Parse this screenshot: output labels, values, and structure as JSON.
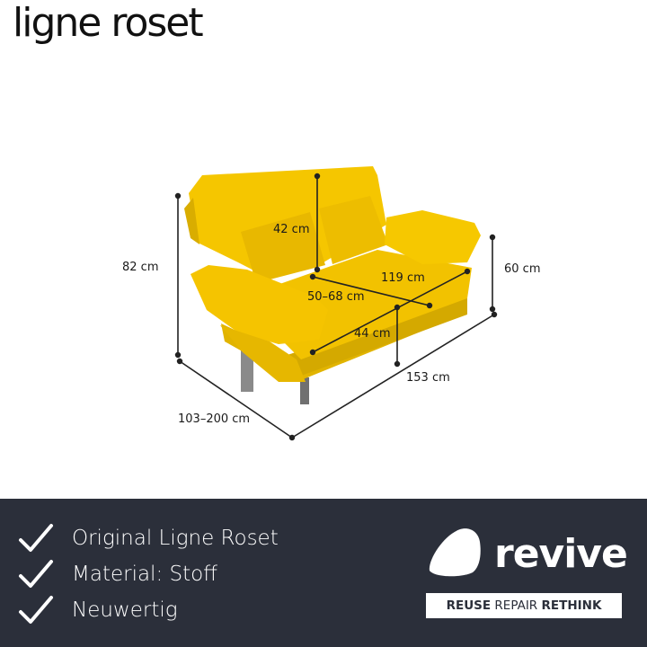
{
  "brand": {
    "name": "ligne roset"
  },
  "dimensions": {
    "height_total": "82 cm",
    "backrest": "42 cm",
    "seat_width": "119 cm",
    "seat_depth": "50–68 cm",
    "seat_height": "44 cm",
    "armrest_height": "60 cm",
    "width_total": "153 cm",
    "depth_total": "103–200 cm"
  },
  "features": [
    {
      "text": "Original Ligne Roset"
    },
    {
      "text": "Material: Stoff"
    },
    {
      "text": "Neuwertig"
    }
  ],
  "seller": {
    "name": "revive",
    "tagline": {
      "w1": "REUSE",
      "w2": "REPAIR",
      "w3": "RETHINK"
    }
  },
  "colors": {
    "footer_bg": "#2b2f3a",
    "sofa_yellow": "#f5c600",
    "leg_gray": "#8a8a8a"
  }
}
